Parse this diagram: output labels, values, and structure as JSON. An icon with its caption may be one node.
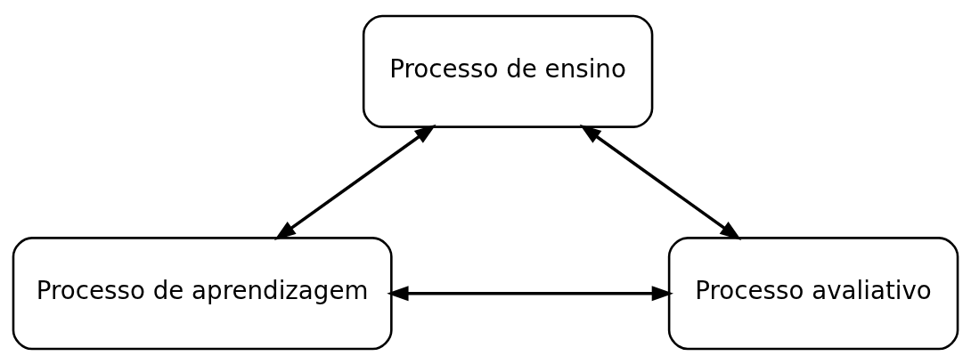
{
  "diagram": {
    "nodes": [
      {
        "text": [
          "Processo de ensino"
        ]
      },
      {
        "text": [
          "Processo de aprendizagem"
        ]
      },
      {
        "text": [
          "Processo avaliativo"
        ]
      }
    ],
    "edges": [
      {
        "from": 0,
        "to": 1,
        "arrow": "both"
      },
      {
        "from": 0,
        "to": 2,
        "arrow": "both"
      },
      {
        "from": 1,
        "to": 2,
        "arrow": "both"
      }
    ]
  }
}
